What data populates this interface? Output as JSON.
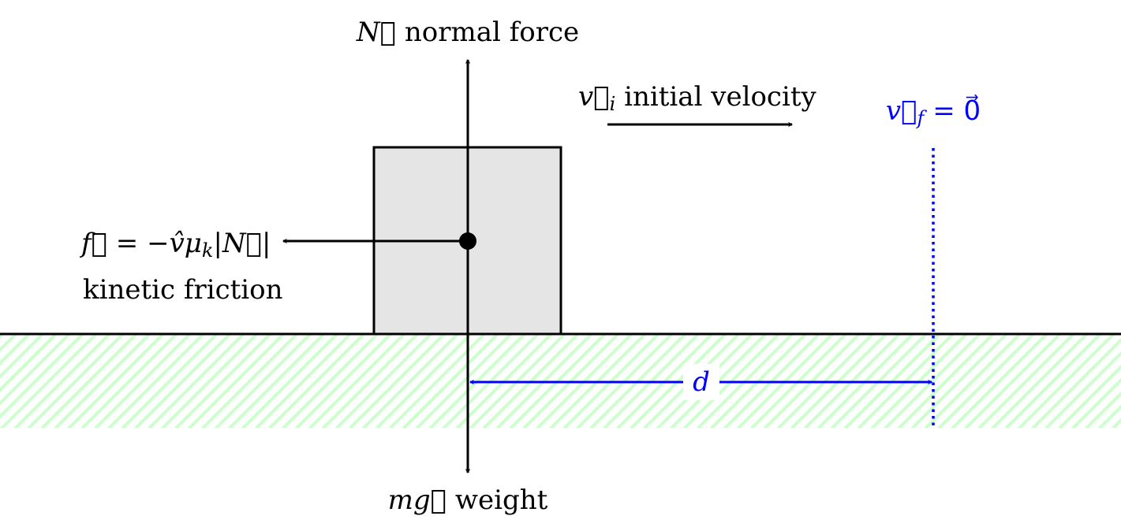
{
  "colors": {
    "ground_hatch": "#ccffcc",
    "block_fill": "#e5e5e5",
    "accent": "#0000ff",
    "ink": "#000000"
  },
  "labels": {
    "normal_symbol": "N⃗",
    "normal_text": "normal force",
    "velocity_symbol": "v⃗",
    "velocity_sub": "i",
    "velocity_text": "initial velocity",
    "final_symbol": "v⃗",
    "final_sub": "f",
    "final_eq": "= 0⃗",
    "friction_eq_a": "f⃗ = −v̂μ",
    "friction_eq_sub": "k",
    "friction_eq_b": "|N⃗|",
    "friction_text": "kinetic friction",
    "weight_symbol": "mg⃗",
    "weight_text": "weight",
    "distance": "d"
  }
}
